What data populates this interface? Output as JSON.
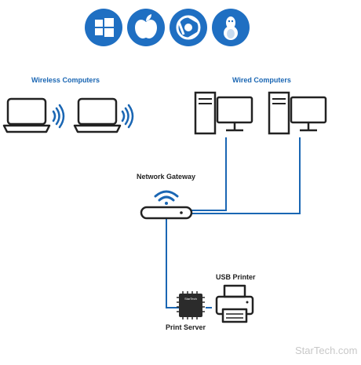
{
  "os_icons": [
    {
      "name": "windows-icon"
    },
    {
      "name": "apple-icon"
    },
    {
      "name": "chrome-icon"
    },
    {
      "name": "linux-icon"
    }
  ],
  "labels": {
    "wireless_computers": "Wireless Computers",
    "wired_computers": "Wired Computers",
    "network_gateway": "Network Gateway",
    "usb_printer": "USB Printer",
    "print_server": "Print Server",
    "device_text": "StarTech"
  },
  "watermark": "StarTech.com",
  "colors": {
    "accent": "#1a66b3",
    "icon_bg": "#1f6fc2",
    "outline": "#222222",
    "device_fill": "#2b2b2b"
  }
}
